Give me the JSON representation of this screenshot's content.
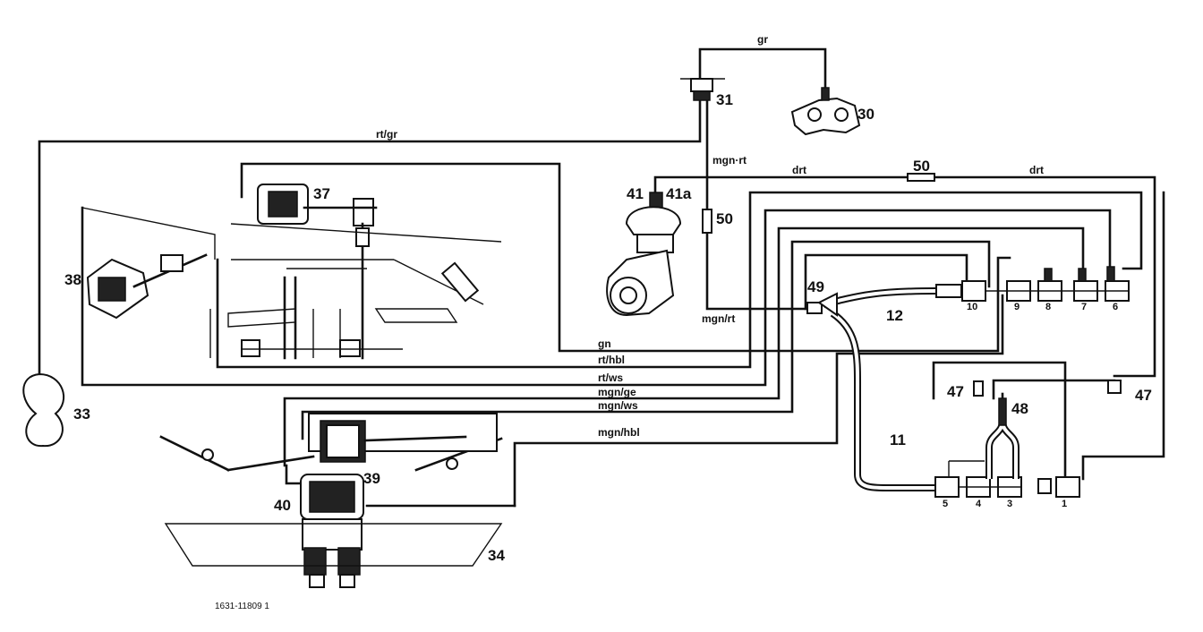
{
  "diagram_code": "1631-11809 1",
  "wire_labels": {
    "gr": "gr",
    "rt_gr": "rt/gr",
    "mgn_rt_top": "mgn·rt",
    "drt_left": "drt",
    "drt_right": "drt",
    "mgn_rt_bottom": "mgn/rt",
    "gn": "gn",
    "rt_hbl": "rt/hbl",
    "rt_ws": "rt/ws",
    "mgn_ge": "mgn/ge",
    "mgn_ws": "mgn/ws",
    "mgn_hbl": "mgn/hbl"
  },
  "component_labels": {
    "c30": "30",
    "c31": "31",
    "c33": "33",
    "c34": "34",
    "c37": "37",
    "c38": "38",
    "c39": "39",
    "c40": "40",
    "c41": "41",
    "c41a": "41a",
    "c47_left": "47",
    "c47_right": "47",
    "c48": "48",
    "c49": "49",
    "c50_top": "50",
    "c50_mid": "50",
    "c11": "11",
    "c12": "12"
  },
  "valve_numbers": {
    "v1": "1",
    "v3": "3",
    "v4": "4",
    "v5": "5",
    "v6": "6",
    "v7": "7",
    "v8": "8",
    "v9": "9",
    "v10": "10"
  }
}
